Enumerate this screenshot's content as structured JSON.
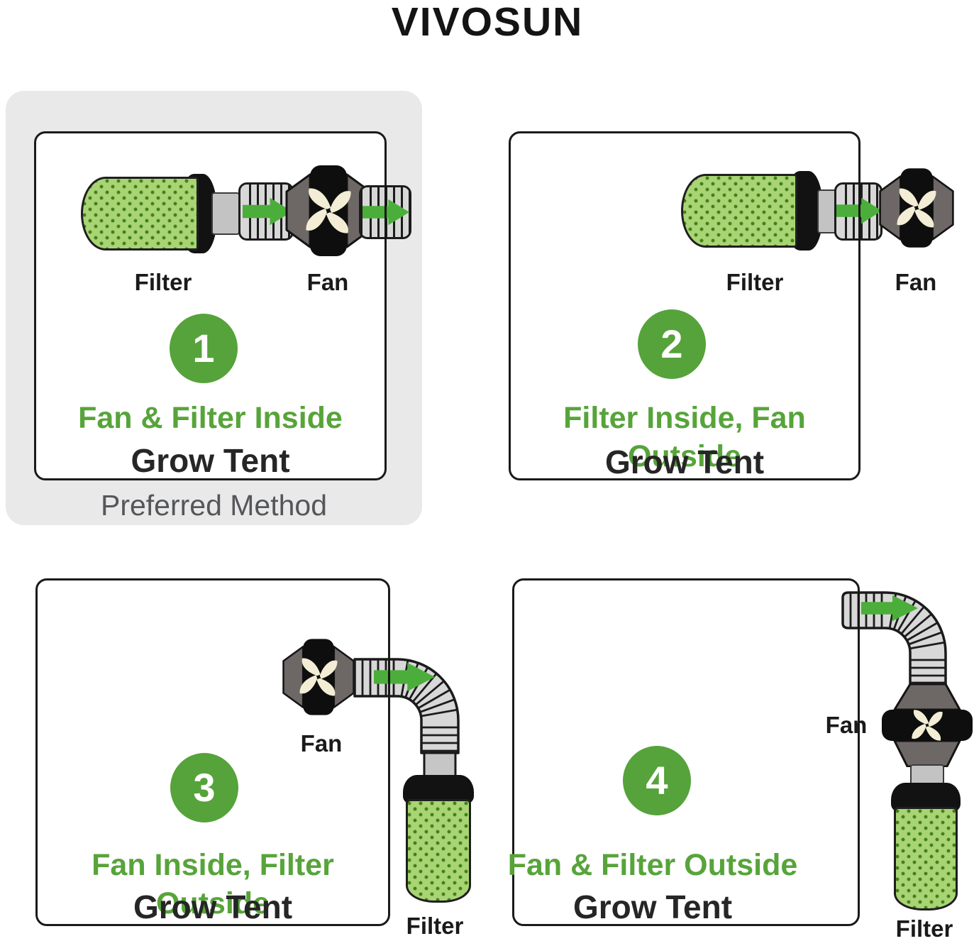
{
  "brand": {
    "logo_text": "VIVOSUN"
  },
  "colors": {
    "accent_green": "#55a33a",
    "headline_green": "#57a43a",
    "arrow_green": "#4bae3a",
    "filter_green": "#a9d474",
    "filter_dot_green": "#41801a",
    "duct_gray": "#d8d8d8",
    "fan_housing_gray": "#6d6765",
    "panel_gray": "#e9e9e9",
    "ink": "#1a1a1a",
    "note_gray": "#55565a"
  },
  "panels": [
    {
      "number": "1",
      "headline": "Fan & Filter Inside",
      "tent_label": "Grow Tent",
      "note": "Preferred Method",
      "filter_label": "Filter",
      "fan_label": "Fan"
    },
    {
      "number": "2",
      "headline": "Filter Inside, Fan Outside",
      "tent_label": "Grow Tent",
      "filter_label": "Filter",
      "fan_label": "Fan"
    },
    {
      "number": "3",
      "headline": "Fan Inside, Filter Outside",
      "tent_label": "Grow Tent",
      "filter_label": "Filter",
      "fan_label": "Fan"
    },
    {
      "number": "4",
      "headline": "Fan & Filter Outside",
      "tent_label": "Grow Tent",
      "filter_label": "Filter",
      "fan_label": "Fan"
    }
  ]
}
